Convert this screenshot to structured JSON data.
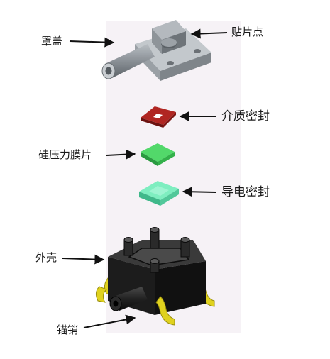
{
  "labels": {
    "cover": "罩盖",
    "patch_point": "贴片点",
    "dielectric_seal": "介质密封",
    "silicon_die": "硅压力膜片",
    "conductive_seal": "导电密封",
    "housing": "外壳",
    "anchor_pin": "锚销"
  },
  "colors": {
    "cover_grey": "#8a9096",
    "dielectric_red": "#a3201c",
    "die_green": "#3ec85a",
    "conductive_mint": "#5ee0a8",
    "housing_black": "#1c1c1c",
    "lead_yellow": "#e0d21e"
  }
}
